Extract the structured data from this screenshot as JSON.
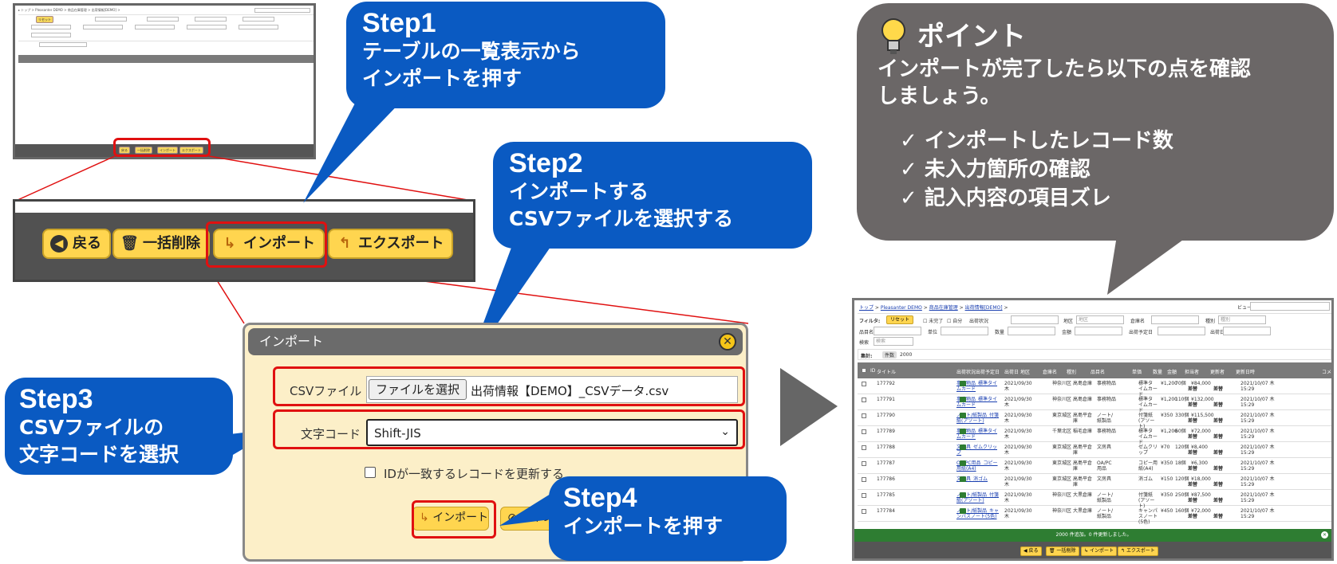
{
  "colors": {
    "step_bubble": "#0a5ac2",
    "highlight": "#e01010",
    "button": "#ffd54f",
    "point_bubble": "#6b6767"
  },
  "steps": [
    {
      "title": "Step1",
      "lines": [
        "テーブルの一覧表示から",
        "インポートを押す"
      ]
    },
    {
      "title": "Step2",
      "lines": [
        "インポートする",
        "CSVファイルを選択する"
      ]
    },
    {
      "title": "Step3",
      "lines": [
        "CSVファイルの",
        "文字コードを選択"
      ]
    },
    {
      "title": "Step4",
      "lines": [
        "インポートを押す"
      ]
    }
  ],
  "toolbar": {
    "back": "戻る",
    "bulk_delete": "一括削除",
    "import": "インポート",
    "export": "エクスポート"
  },
  "dialog": {
    "title": "インポート",
    "csv_label": "CSVファイル",
    "file_button": "ファイルを選択",
    "file_name": "出荷情報【DEMO】_CSVデータ.csv",
    "encoding_label": "文字コード",
    "encoding_value": "Shift-JIS",
    "update_label": "IDが一致するレコードを更新する",
    "import_button": "インポート",
    "cancel_button": "キャン"
  },
  "point": {
    "icon": "lightbulb-icon",
    "title": "ポイント",
    "lines": [
      "インポートが完了したら以下の点を確認",
      "しましょう。"
    ],
    "checks": [
      "✓ インポートしたレコード数",
      "✓ 未入力箇所の確認",
      "✓ 記入内容の項目ズレ"
    ]
  },
  "screenshot": {
    "breadcrumb": [
      "トップ",
      "Pleasanter DEMO",
      "商品在庫管理",
      "出荷情報[DEMO]"
    ],
    "view_label": "ビュー",
    "filter_label": "フィルタ:",
    "reset": "リセット",
    "filter_items": [
      "未完了",
      "自分",
      "出荷状況",
      "地区",
      "倉庫名",
      "種別",
      "品目名",
      "単位",
      "数量",
      "金額",
      "出荷予定日",
      "出荷日",
      "検索"
    ],
    "ph_district": "地区",
    "ph_kind": "種別",
    "ph_search": "検索",
    "summary_label": "集計:",
    "count_label": "件数",
    "count_value": "2000",
    "columns": [
      "ID",
      "タイトル",
      "出荷状況",
      "出荷予定日",
      "出荷日",
      "地区",
      "倉庫名",
      "種別",
      "品目名",
      "単価",
      "数量",
      "金額",
      "担当者",
      "更新者",
      "更新日時",
      "コメント"
    ],
    "rows": [
      [
        "177792",
        "事務物品_標準タイムカード",
        "2021/09/30 木",
        "神奈川区",
        "高島倉庫",
        "事務物品",
        "標準タイムカード",
        "¥1,200",
        "70個",
        "¥84,000",
        "2021/10/07 木 15:29"
      ],
      [
        "177791",
        "事務物品_標準タイムカード",
        "2021/09/30 木",
        "神奈川区",
        "高島倉庫",
        "事務物品",
        "標準タイムカード",
        "¥1,200",
        "110個",
        "¥132,000",
        "2021/10/07 木 15:29"
      ],
      [
        "177790",
        "ノート/紙製品_付箋紙(アソート)",
        "2021/09/30 木",
        "東京城区",
        "高島平倉庫",
        "ノート/紙製品",
        "付箋紙(アソート)",
        "¥350",
        "330個",
        "¥115,500",
        "2021/10/07 木 15:29"
      ],
      [
        "177789",
        "事務物品_標準タイムカード",
        "2021/09/30 木",
        "千葉北区",
        "稲毛倉庫",
        "事務物品",
        "標準タイムカード",
        "¥1,200",
        "60個",
        "¥72,000",
        "2021/10/07 木 15:29"
      ],
      [
        "177788",
        "文房具_ゼムクリップ",
        "2021/09/30 木",
        "東京城区",
        "高島平倉庫",
        "文房具",
        "ゼムクリップ",
        "¥70",
        "120個",
        "¥8,400",
        "2021/10/07 木 15:29"
      ],
      [
        "177787",
        "OA/PC用品_コピー用紙(A4)",
        "2021/09/30 木",
        "東京城区",
        "高島平倉庫",
        "OA/PC用品",
        "コピー用紙(A4)",
        "¥350",
        "18個",
        "¥6,300",
        "2021/10/07 木 15:29"
      ],
      [
        "177786",
        "文房具_消ゴム",
        "2021/09/30 木",
        "東京城区",
        "高島平倉庫",
        "文房具",
        "消ゴム",
        "¥150",
        "120個",
        "¥18,000",
        "2021/10/07 木 15:29"
      ],
      [
        "177785",
        "ノート/紙製品_付箋紙(アソート)",
        "2021/09/30 木",
        "神奈川区",
        "大黒倉庫",
        "ノート/紙製品",
        "付箋紙(アソート)",
        "¥350",
        "250個",
        "¥87,500",
        "2021/10/07 木 15:29"
      ],
      [
        "177784",
        "ノート/紙製品_キャンパスノート(5色)",
        "2021/09/30 木",
        "神奈川区",
        "大黒倉庫",
        "ノート/紙製品",
        "キャンパスノート(5色)",
        "¥450",
        "160個",
        "¥72,000",
        "2021/10/07 木 15:29"
      ]
    ],
    "row_actions": [
      "差替",
      "差替"
    ],
    "toast": "2000 件追加。0 件更新しました。"
  }
}
